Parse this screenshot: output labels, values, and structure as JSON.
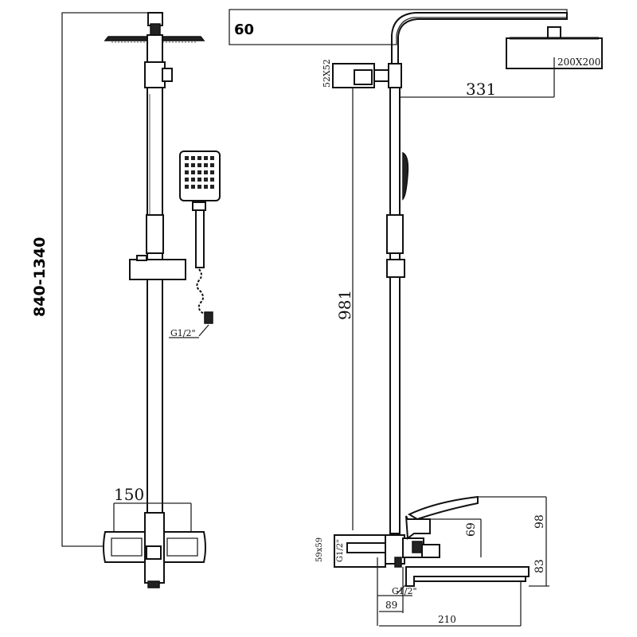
{
  "front_view": {
    "height_range": "840-1340",
    "mixer_width": "150",
    "hose_thread": "G1/2\""
  },
  "side_view": {
    "arm_offset": "60",
    "head_size": "200X200",
    "arm_length": "331",
    "bracket_size": "52X52",
    "pipe_length": "981",
    "mixer_block_size": "59x59",
    "inlet_thread_upper": "G1/2\"",
    "inlet_thread_lower": "G1/2\"",
    "handle_height": "69",
    "total_height": "98",
    "spout_height": "83",
    "inlet_depth": "89",
    "spout_length": "210"
  }
}
